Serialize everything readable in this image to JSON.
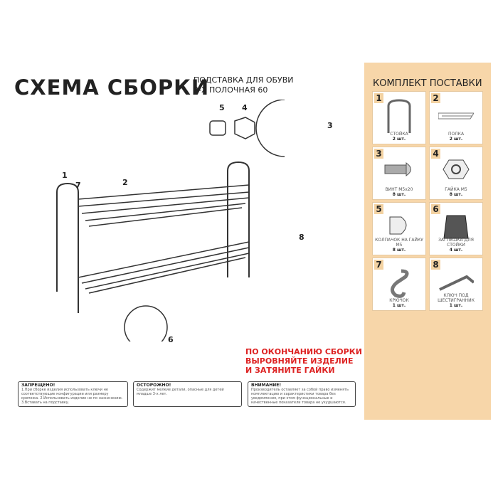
{
  "header": {
    "title": "СХЕМА СБОРКИ",
    "subtitle_line1": "ПОДСТАВКА ДЛЯ ОБУВИ",
    "subtitle_line2": "2-Х ПОЛОЧНАЯ 60"
  },
  "kit": {
    "title": "КОМПЛЕКТ ПОСТАВКИ",
    "items": [
      {
        "num": "1",
        "name": "СТОЙКА",
        "qty": "2 шт."
      },
      {
        "num": "2",
        "name": "ПОЛКА",
        "qty": "2 шт."
      },
      {
        "num": "3",
        "name": "ВИНТ М5х20",
        "qty": "8 шт."
      },
      {
        "num": "4",
        "name": "ГАЙКА М5",
        "qty": "8 шт."
      },
      {
        "num": "5",
        "name": "КОЛПАЧОК НА ГАЙКУ М5",
        "qty": "8 шт."
      },
      {
        "num": "6",
        "name": "ЗАГЛУШКА ДЛЯ СТОЙКИ",
        "qty": "4 шт."
      },
      {
        "num": "7",
        "name": "КРЮЧОК",
        "qty": "1 шт."
      },
      {
        "num": "8",
        "name": "КЛЮЧ ПОД ШЕСТИГРАННИК",
        "qty": "1 шт."
      }
    ]
  },
  "callouts": [
    "1",
    "7",
    "2",
    "5",
    "4",
    "3",
    "8",
    "6"
  ],
  "notice": {
    "line1": "ПО ОКОНЧАНИЮ СБОРКИ",
    "line2": "ВЫРОВНЯЙТЕ ИЗДЕЛИЕ",
    "line3": "И ЗАТЯНИТЕ ГАЙКИ"
  },
  "warnings": [
    {
      "title": "ЗАПРЕЩЕНО!",
      "text": "1.При сборке изделия использовать ключи не соответствующие конфигурации или размеру крепежа. 2.Использовать изделие не по назначению. 3.Вставать на подставку."
    },
    {
      "title": "ОСТОРОЖНО!",
      "text": "Содержит мелкие детали, опасные для детей младше 3-х лет."
    },
    {
      "title": "ВНИМАНИЕ!",
      "text": "Производитель оставляет за собой право изменять комплектацию и характеристики товара без уведомления, при этом функциональные и качественные показатели товара не ухудшаются."
    }
  ]
}
